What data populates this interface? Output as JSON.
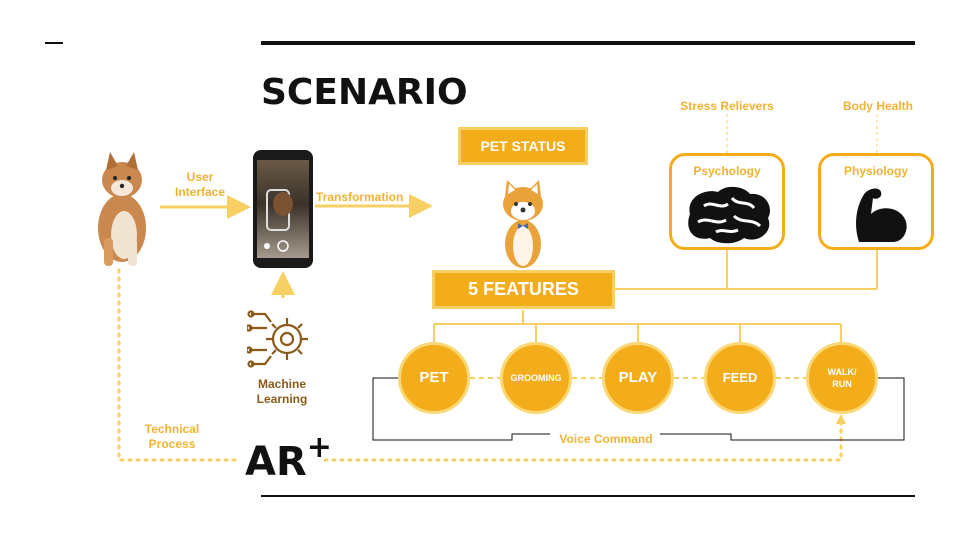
{
  "slide": {
    "title": "SCENARIO",
    "corner_mark": "—"
  },
  "diagram": {
    "user_interface_label": "User\nInterface",
    "transformation_label": "Transformation",
    "pet_status": "PET STATUS",
    "five_features": "5 FEATURES",
    "stress_relievers_label": "Stress Relievers",
    "body_health_label": "Body Health",
    "psychology_title": "Psychology",
    "physiology_title": "Physiology",
    "machine_learning_label": "Machine\nLearning",
    "technical_process_label": "Technical\nProcess",
    "ar_logo": "AR",
    "ar_plus": "+",
    "voice_command_label": "Voice Command",
    "features": [
      "PET",
      "GROOMING",
      "PLAY",
      "FEED",
      "WALK/\nRUN"
    ]
  },
  "colors": {
    "accent": "#f4ad1a",
    "accent_light": "#f8cf63",
    "label": "#f2b233",
    "rule": "#111111"
  }
}
